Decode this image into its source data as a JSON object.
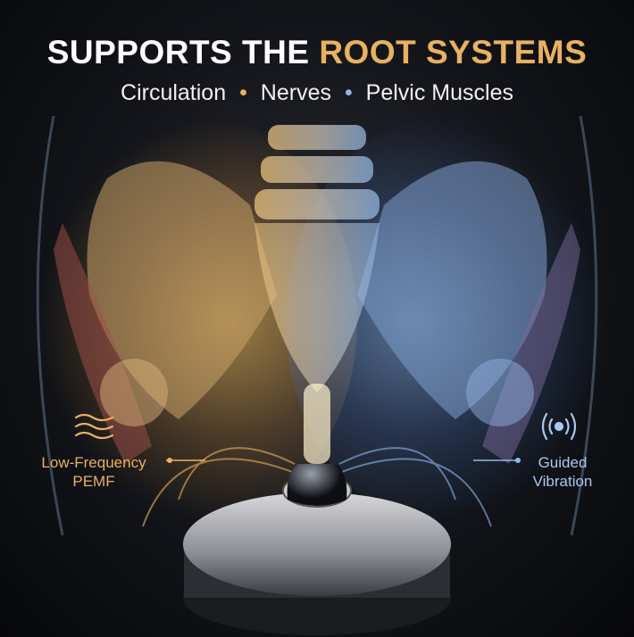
{
  "headline": {
    "part1": "SUPPORTS THE ",
    "accent": "ROOT SYSTEMS"
  },
  "subtitle": {
    "items": [
      "Circulation",
      "Nerves",
      "Pelvic Muscles"
    ],
    "separator": "•"
  },
  "features": {
    "left": {
      "line1": "Low-Frequency",
      "line2": "PEMF",
      "icon": "wave-icon"
    },
    "right": {
      "line1": "Guided",
      "line2": "Vibration",
      "icon": "vibration-icon"
    }
  },
  "colors": {
    "gold": "#e9b160",
    "blue": "#8fb8ea",
    "background": "#0b0d12"
  }
}
